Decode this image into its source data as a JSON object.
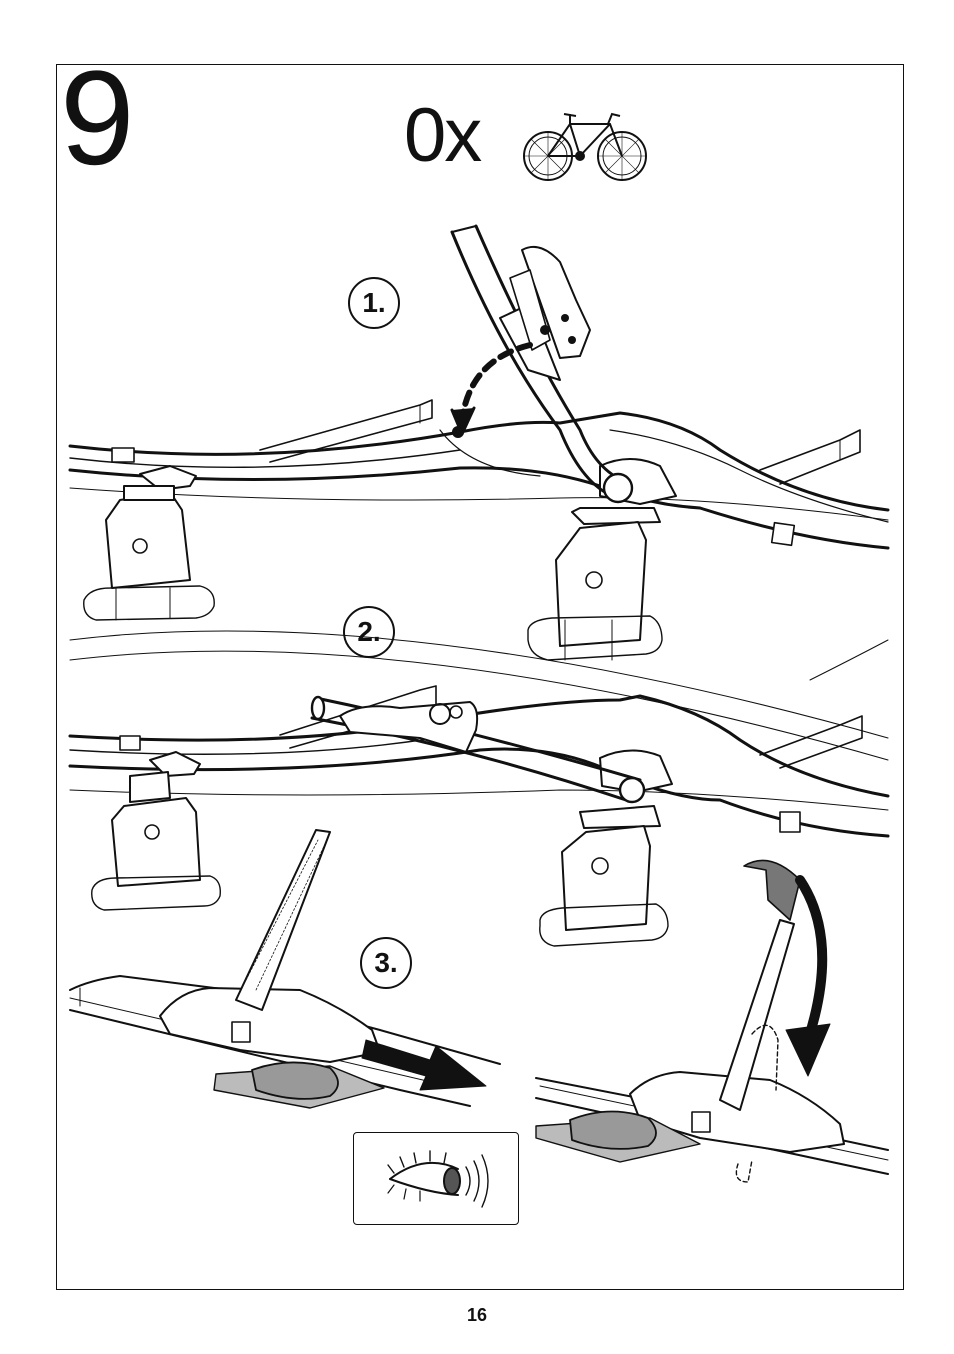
{
  "step": {
    "number": "9"
  },
  "quantity": {
    "text": "0x",
    "icon": "bicycle-icon"
  },
  "substeps": [
    {
      "label": "1."
    },
    {
      "label": "2."
    },
    {
      "label": "3."
    }
  ],
  "inspect_icon": "eye-icon",
  "page": {
    "number": "16"
  }
}
